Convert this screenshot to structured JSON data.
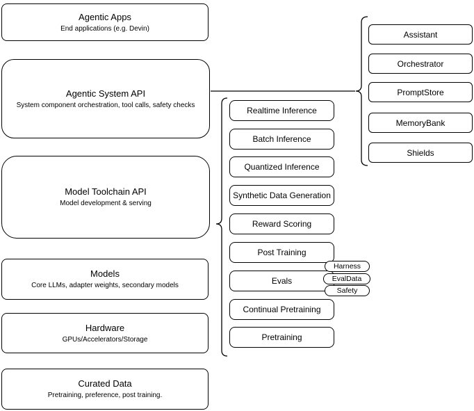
{
  "diagram": {
    "colors": {
      "stroke": "#000000",
      "background": "#ffffff",
      "box_fill": "#ffffff"
    },
    "left_column": [
      {
        "title": "Agentic Apps",
        "subtitle": "End applications (e.g. Devin)"
      },
      {
        "title": "Agentic System API",
        "subtitle": "System component orchestration, tool calls, safety checks"
      },
      {
        "title": "Model Toolchain API",
        "subtitle": "Model development & serving"
      },
      {
        "title": "Models",
        "subtitle": "Core LLMs, adapter weights, secondary models"
      },
      {
        "title": "Hardware",
        "subtitle": "GPUs/Accelerators/Storage"
      },
      {
        "title": "Curated Data",
        "subtitle": "Pretraining, preference, post training."
      }
    ],
    "toolchain_operations": [
      "Realtime Inference",
      "Batch Inference",
      "Quantized Inference",
      "Synthetic Data Generation",
      "Reward Scoring",
      "Post Training",
      "Evals",
      "Continual Pretraining",
      "Pretraining"
    ],
    "eval_tags": [
      "Harness",
      "EvalData",
      "Safety"
    ],
    "system_components": [
      "Assistant",
      "Orchestrator",
      "PromptStore",
      "MemoryBank",
      "Shields"
    ]
  }
}
